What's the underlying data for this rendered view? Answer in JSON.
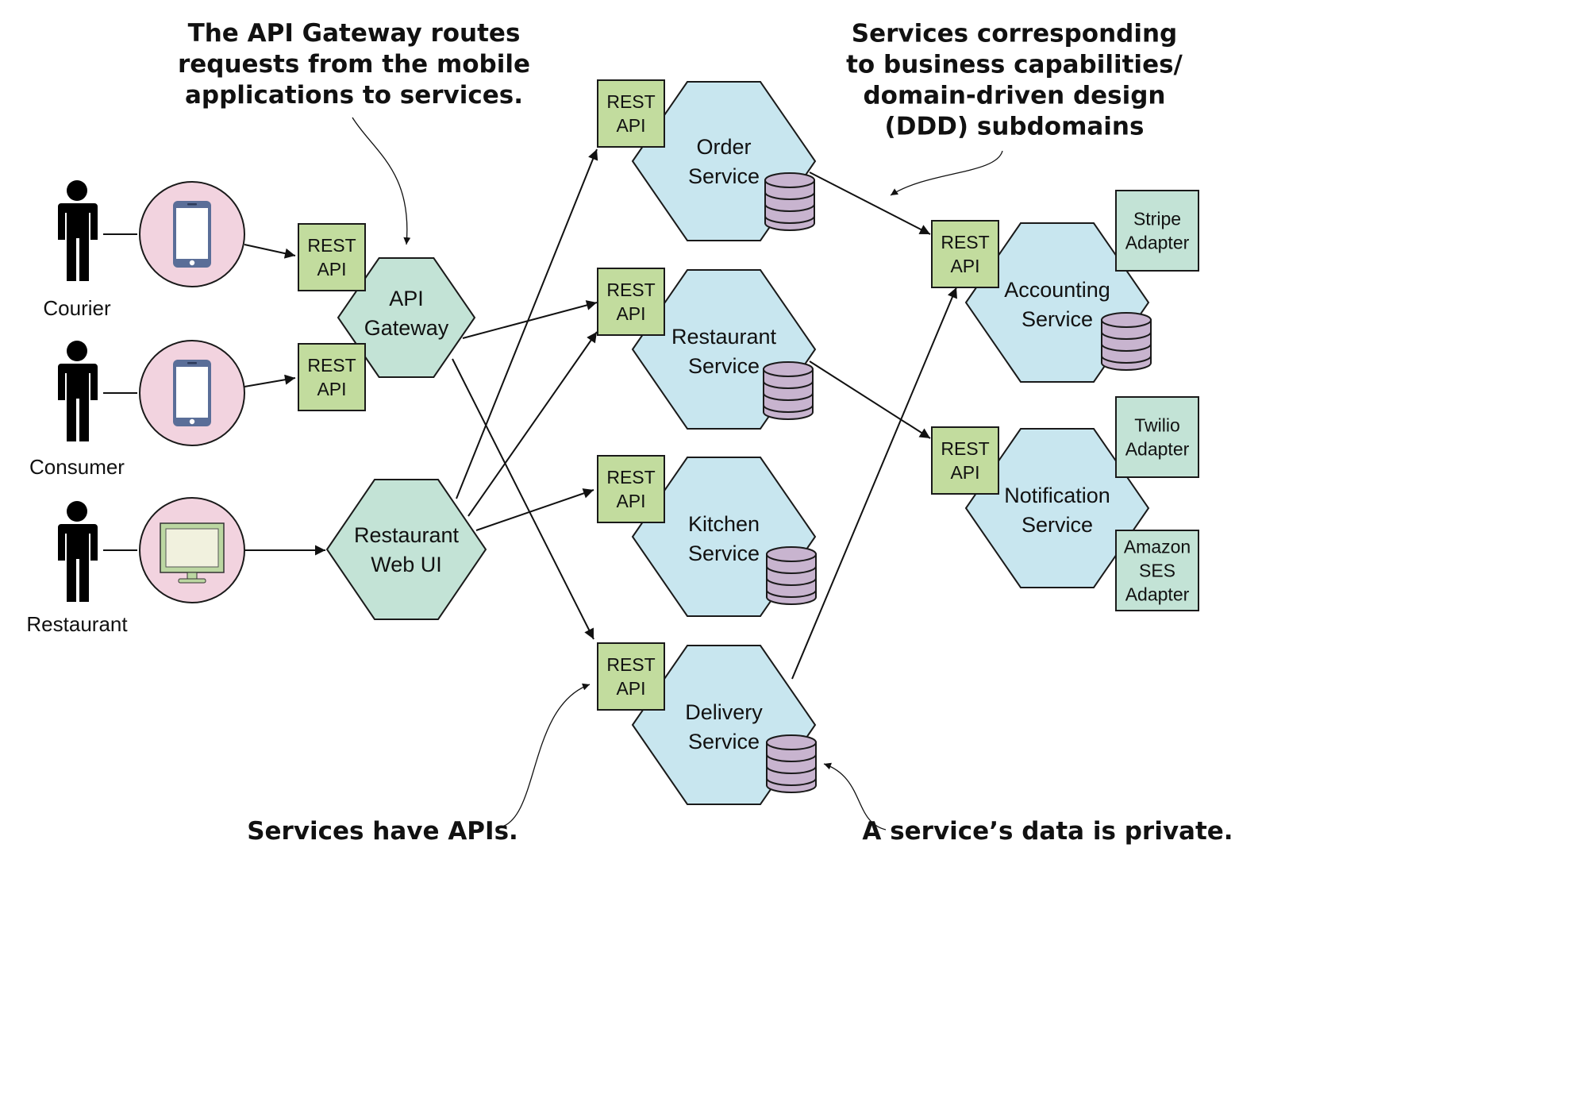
{
  "colors": {
    "service_fill": "#c8e6ef",
    "gateway_fill": "#c3e3d6",
    "rest_api_fill": "#c2dc9e",
    "adapter_fill": "#c3e3d6",
    "client_circle_fill": "#f2d3df",
    "database_fill": "#c8b4cf",
    "phone_body": "#5a6e98",
    "monitor_screen": "#f1f1de",
    "monitor_frame": "#bcd7a2",
    "person": "#000000"
  },
  "annotations": {
    "gateway_note": [
      "The API Gateway routes",
      "requests from the mobile",
      "applications to services."
    ],
    "services_note": [
      "Services corresponding",
      "to business capabilities/",
      "domain-driven design",
      "(DDD) subdomains"
    ],
    "apis_note": "Services have APIs.",
    "private_note": "A service’s data is private."
  },
  "actors": [
    {
      "id": "courier",
      "label": "Courier",
      "device": "phone-icon"
    },
    {
      "id": "consumer",
      "label": "Consumer",
      "device": "phone-icon"
    },
    {
      "id": "restaurant",
      "label": "Restaurant",
      "device": "monitor-icon"
    }
  ],
  "rest_api_label": [
    "REST",
    "API"
  ],
  "gateway": {
    "label": [
      "API",
      "Gateway"
    ]
  },
  "restaurant_web_ui": {
    "label": [
      "Restaurant",
      "Web UI"
    ]
  },
  "services": [
    {
      "id": "order",
      "label": [
        "Order",
        "Service"
      ]
    },
    {
      "id": "restaurant",
      "label": [
        "Restaurant",
        "Service"
      ]
    },
    {
      "id": "kitchen",
      "label": [
        "Kitchen",
        "Service"
      ]
    },
    {
      "id": "delivery",
      "label": [
        "Delivery",
        "Service"
      ]
    },
    {
      "id": "accounting",
      "label": [
        "Accounting",
        "Service"
      ]
    },
    {
      "id": "notification",
      "label": [
        "Notification",
        "Service"
      ]
    }
  ],
  "adapters": [
    {
      "id": "stripe",
      "label": [
        "Stripe",
        "Adapter"
      ]
    },
    {
      "id": "twilio",
      "label": [
        "Twilio",
        "Adapter"
      ]
    },
    {
      "id": "amazon-ses",
      "label": [
        "Amazon",
        "SES",
        "Adapter"
      ]
    }
  ],
  "connections": [
    {
      "from": "courier",
      "to": "courier-gateway-api"
    },
    {
      "from": "consumer",
      "to": "consumer-gateway-api"
    },
    {
      "from": "restaurant",
      "to": "restaurant-web-ui"
    },
    {
      "from": "gateway",
      "to": "restaurant-service-api"
    },
    {
      "from": "gateway",
      "to": "delivery-service-api"
    },
    {
      "from": "restaurant-web-ui",
      "to": "order-service-api"
    },
    {
      "from": "restaurant-web-ui",
      "to": "restaurant-service-api"
    },
    {
      "from": "restaurant-web-ui",
      "to": "kitchen-service-api"
    },
    {
      "from": "order-service",
      "to": "accounting-service-api"
    },
    {
      "from": "restaurant-service",
      "to": "notification-service-api"
    },
    {
      "from": "delivery-service",
      "to": "accounting-service-api"
    }
  ]
}
